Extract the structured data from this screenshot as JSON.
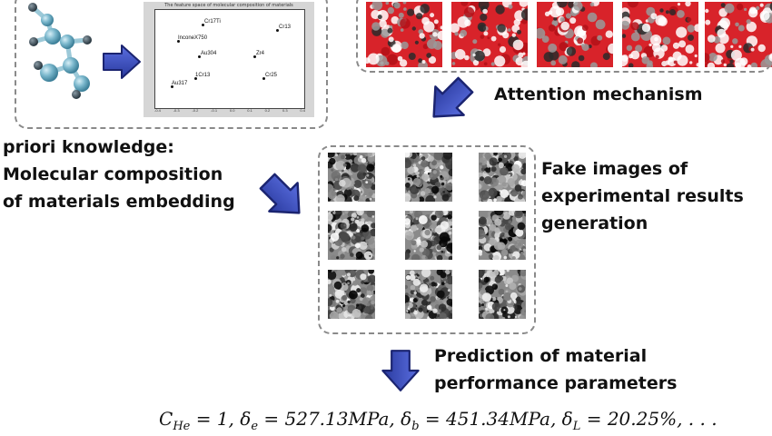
{
  "scatter_plot": {
    "title": "The feature space of molecular composition of materials",
    "points": [
      {
        "label": "Cr17Ti"
      },
      {
        "label": "InconeX750"
      },
      {
        "label": "Au304"
      },
      {
        "label": "Zr4"
      },
      {
        "label": "Cr13"
      },
      {
        "label": "Cr25"
      },
      {
        "label": "1Cr13"
      },
      {
        "label": "Au317"
      }
    ],
    "ticks": [
      "-0.4",
      "-0.3",
      "-0.2",
      "-0.1",
      "0.0",
      "0.1",
      "0.2",
      "0.3",
      "0.4"
    ]
  },
  "labels": {
    "priori_line1": "priori knowledge:",
    "priori_line2": "Molecular composition",
    "priori_line3": "of materials embedding",
    "attention": "Attention mechanism",
    "fake_line1": "Fake images of",
    "fake_line2": "experimental results",
    "fake_line3": "generation",
    "prediction_line1": "Prediction of material",
    "prediction_line2": "performance parameters"
  },
  "formula": {
    "c_he": "= 1,",
    "sigma_e": "= 527.13MPa,",
    "sigma_b": "= 451.34MPa,",
    "sigma_l": "= 20.25%, . . ."
  },
  "colors": {
    "arrow_fill": "#3b4fbf",
    "arrow_stroke": "#1b2470",
    "molecule": "#6aaec4",
    "attention_red": "#d8232a",
    "dash_border": "#8a8a8a"
  }
}
